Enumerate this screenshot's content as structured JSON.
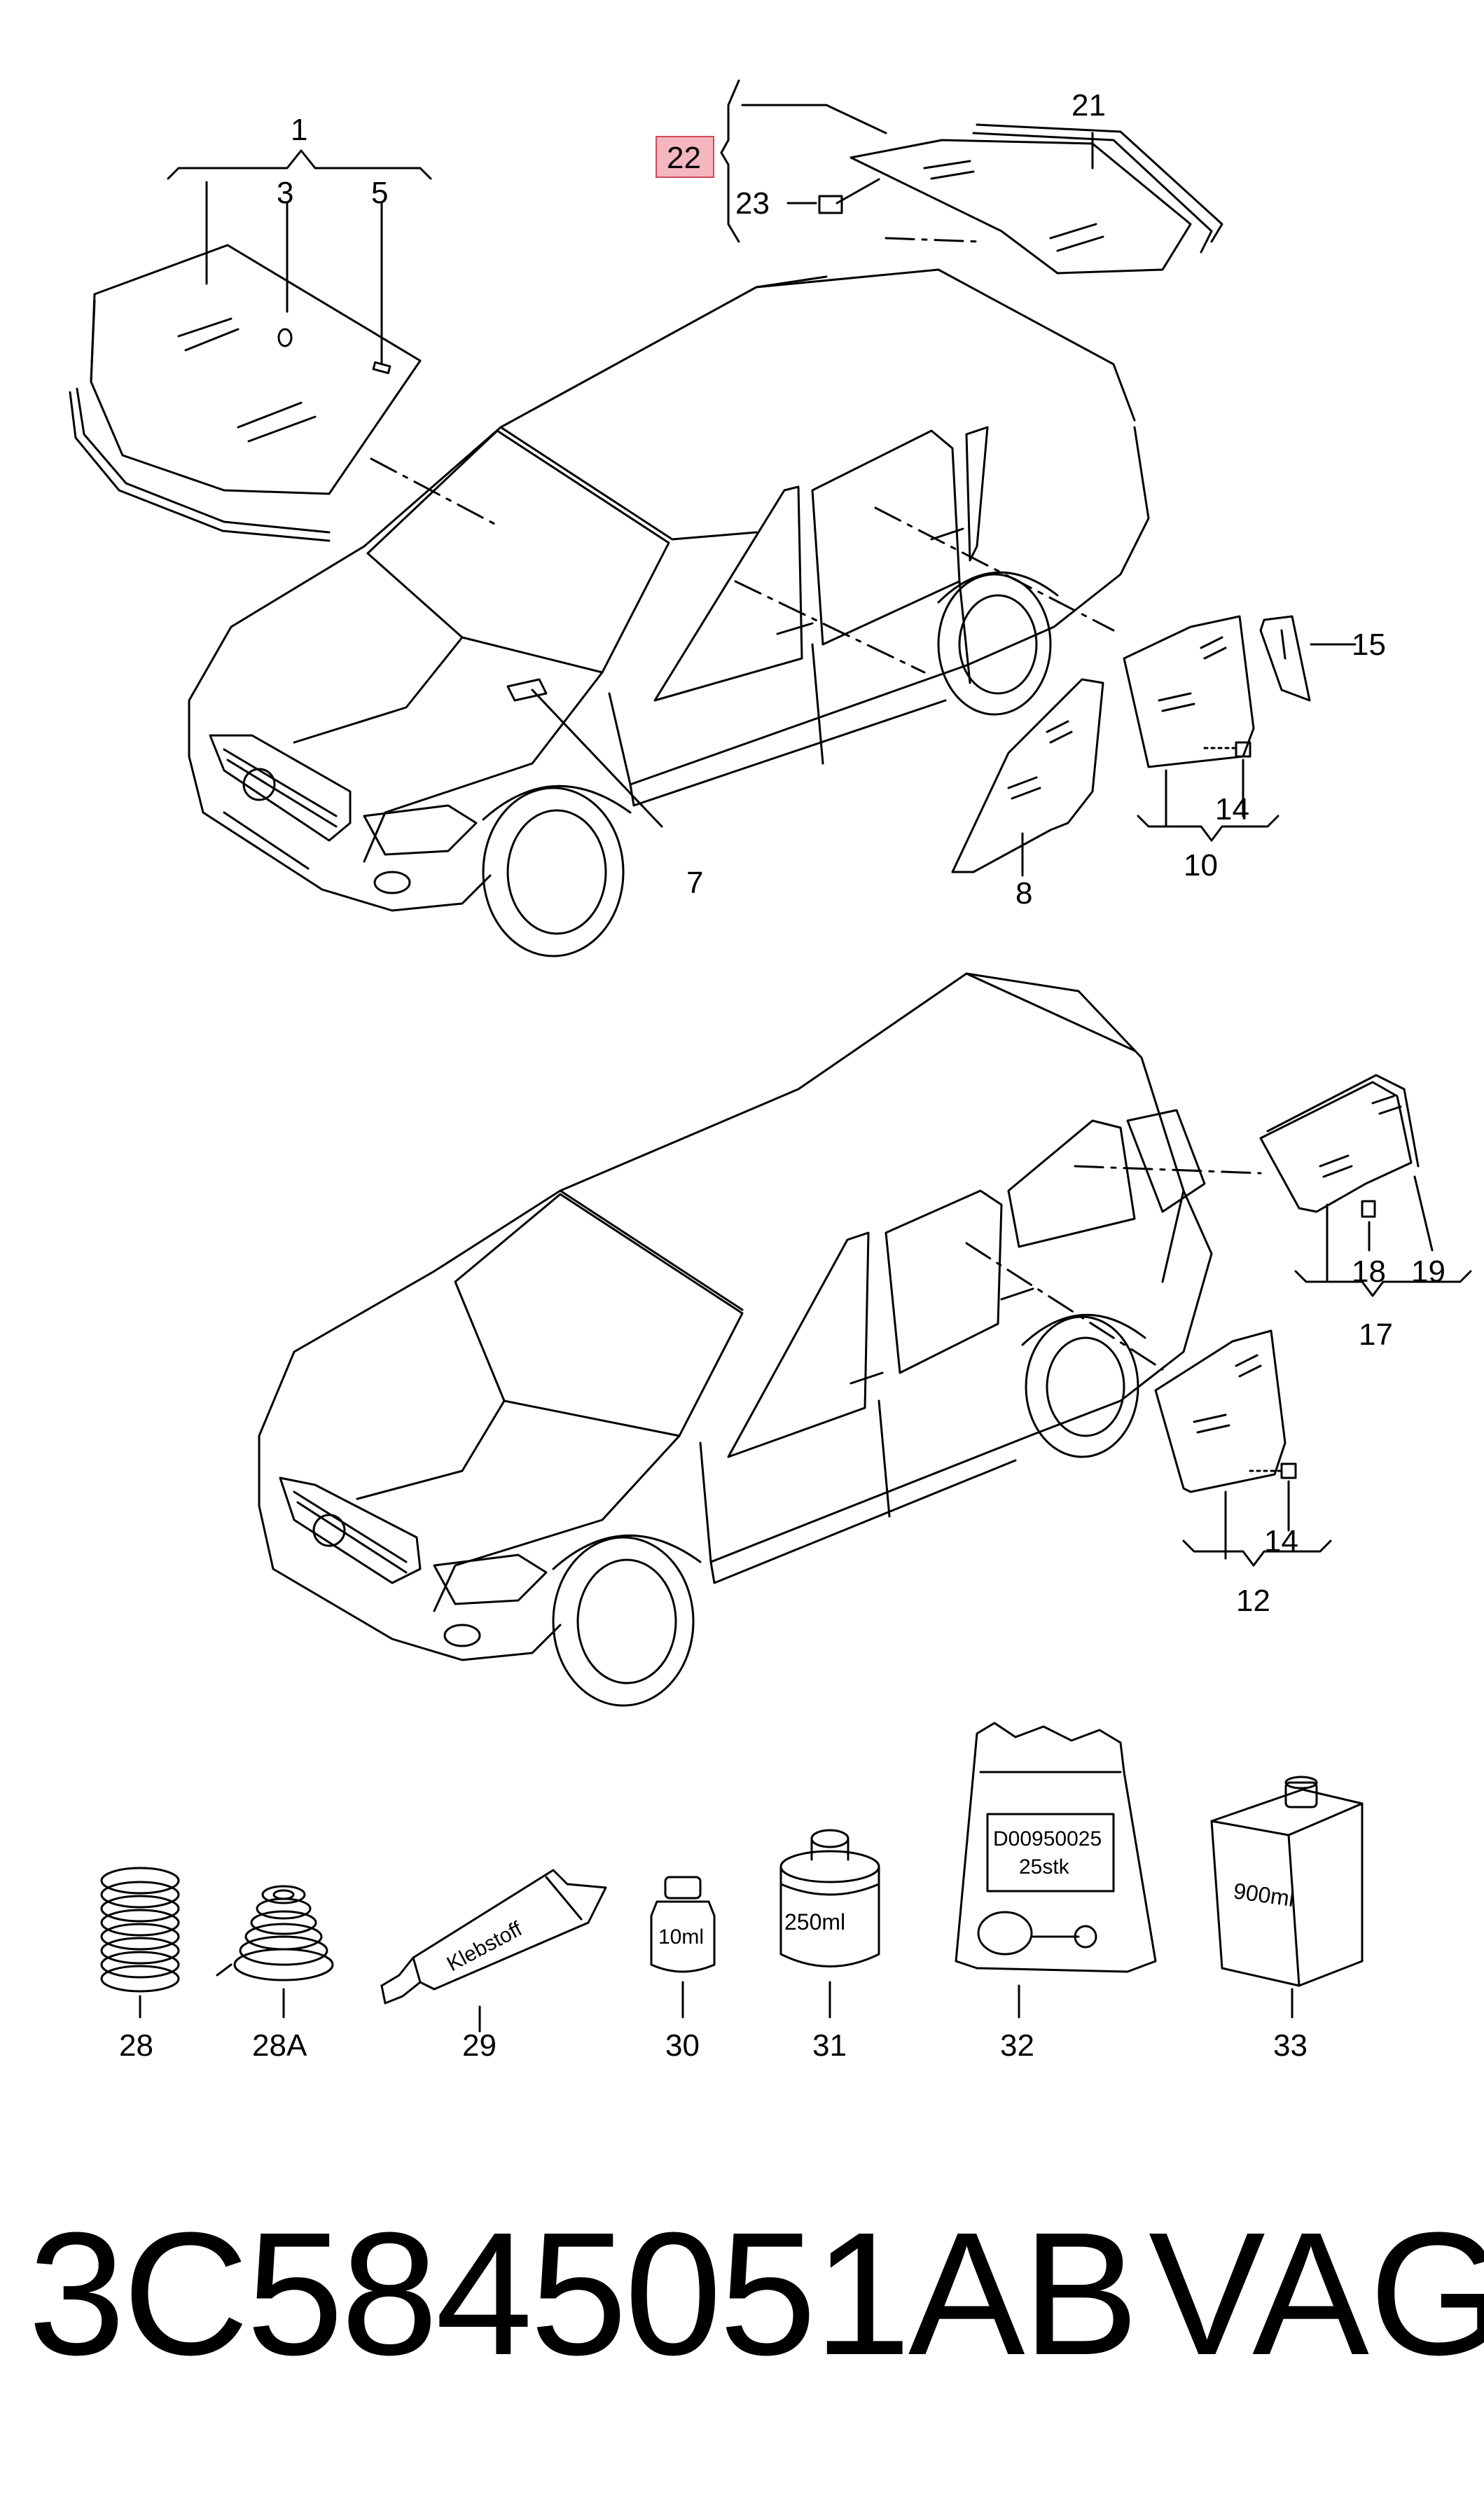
{
  "callouts": {
    "c1": "1",
    "c3": "3",
    "c5": "5",
    "c7": "7",
    "c8": "8",
    "c10": "10",
    "c12": "12",
    "c14a": "14",
    "c14b": "14",
    "c15": "15",
    "c17": "17",
    "c18": "18",
    "c19": "19",
    "c21": "21",
    "c22": "22",
    "c23": "23",
    "c28": "28",
    "c28a": "28A",
    "c29": "29",
    "c30": "30",
    "c31": "31",
    "c32": "32",
    "c33": "33"
  },
  "product_labels": {
    "tube": "Klebstoff",
    "bottle_small": "10ml",
    "can_medium": "250ml",
    "bag_code": "D00950025",
    "bag_qty": "25stk",
    "canister": "900ml"
  },
  "highlight_color": "#f4b6bf",
  "footer": {
    "part_number": "3C5845051AB",
    "brand": "VAG"
  }
}
